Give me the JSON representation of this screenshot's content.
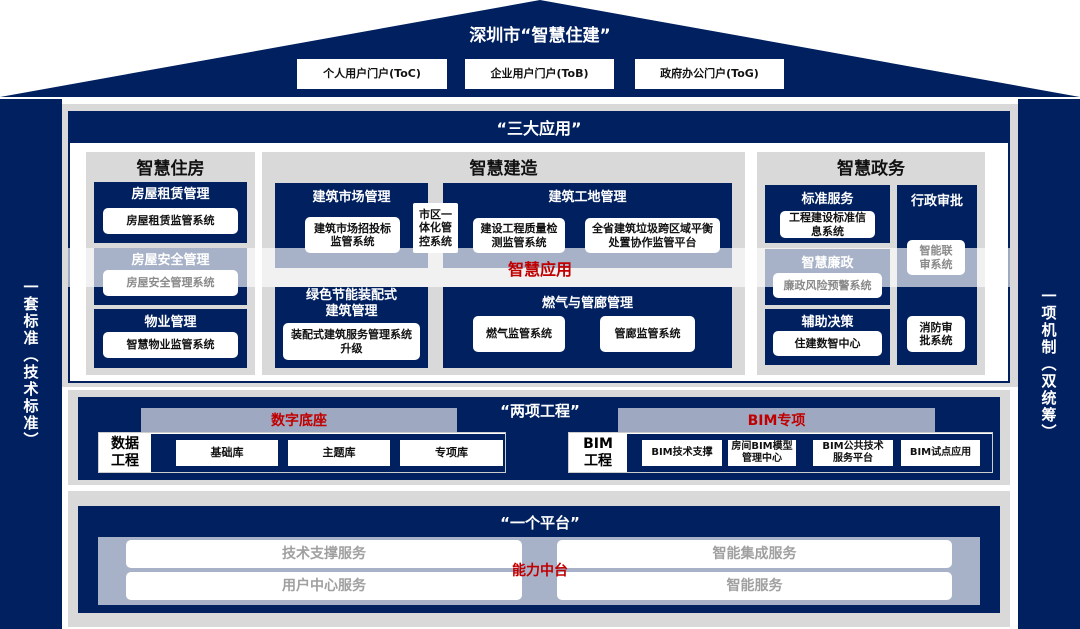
{
  "roof": {
    "title": "深圳市“智慧住建”",
    "portals": [
      "个人用户门户(ToC)",
      "企业用户门户(ToB)",
      "政府办公门户(ToG)"
    ]
  },
  "pillars": {
    "left": "一套标准（技术标准）",
    "right": "一项机制（双统筹）"
  },
  "apps": {
    "title": "“三大应用”",
    "overlay": "智慧应用",
    "housing": {
      "title": "智慧住房",
      "groups": [
        {
          "title": "房屋租赁管理",
          "item": "房屋租赁监管系统"
        },
        {
          "title": "房屋安全管理",
          "item": "房屋安全管理系统"
        },
        {
          "title": "物业管理",
          "item": "智慧物业监管系统"
        }
      ]
    },
    "construction": {
      "title": "智慧建造",
      "market": {
        "title": "建筑市场管理",
        "item": "建筑市场招投标监管系统"
      },
      "district": "市区一体化管控系统",
      "site": {
        "title": "建筑工地管理",
        "items": [
          "建设工程质量检测监管系统",
          "全省建筑垃圾跨区域平衡处置协作监管平台"
        ]
      },
      "green": {
        "title": "绿色节能装配式建筑管理",
        "item": "装配式建筑服务管理系统升级"
      },
      "gas": {
        "title": "燃气与管廊管理",
        "items": [
          "燃气监管系统",
          "管廊监管系统"
        ]
      }
    },
    "gov": {
      "title": "智慧政务",
      "groups": [
        {
          "title": "标准服务",
          "item": "工程建设标准信息系统"
        },
        {
          "title": "智慧廉政",
          "item": "廉政风险预警系统"
        },
        {
          "title": "辅助决策",
          "item": "住建数智中心"
        }
      ],
      "approval": {
        "title": "行政审批",
        "items": [
          "智能联审系统",
          "消防审批系统"
        ]
      }
    }
  },
  "projects": {
    "title": "“两项工程”",
    "digital": {
      "band": "数字底座",
      "label": "数据工程",
      "items": [
        "基础库",
        "主题库",
        "专项库"
      ]
    },
    "bim": {
      "band": "BIM专项",
      "label": "BIM工程",
      "items": [
        "BIM技术支撑",
        "房间BIM模型管理中心",
        "BIM公共技术服务平台",
        "BIM试点应用"
      ]
    }
  },
  "platform": {
    "title": "“一个平台”",
    "center": "能力中台",
    "services": [
      "技术支撑服务",
      "智能集成服务",
      "用户中心服务",
      "智能服务"
    ]
  }
}
